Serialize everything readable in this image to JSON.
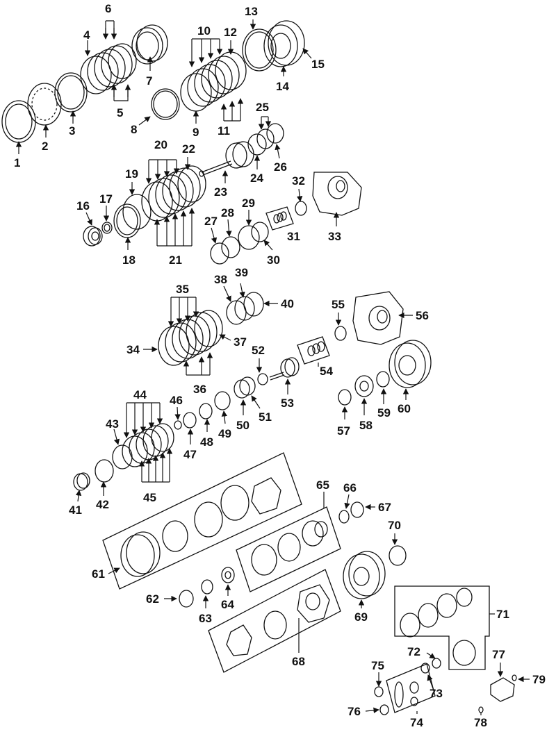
{
  "callouts": [
    {
      "id": "c1",
      "text": "1"
    },
    {
      "id": "c2",
      "text": "2"
    },
    {
      "id": "c3",
      "text": "3"
    },
    {
      "id": "c4",
      "text": "4"
    },
    {
      "id": "c5",
      "text": "5"
    },
    {
      "id": "c6",
      "text": "6"
    },
    {
      "id": "c7",
      "text": "7"
    },
    {
      "id": "c8",
      "text": "8"
    },
    {
      "id": "c9",
      "text": "9"
    },
    {
      "id": "c10",
      "text": "10"
    },
    {
      "id": "c11",
      "text": "11"
    },
    {
      "id": "c12",
      "text": "12"
    },
    {
      "id": "c13",
      "text": "13"
    },
    {
      "id": "c14",
      "text": "14"
    },
    {
      "id": "c15",
      "text": "15"
    },
    {
      "id": "c16",
      "text": "16"
    },
    {
      "id": "c17",
      "text": "17"
    },
    {
      "id": "c18",
      "text": "18"
    },
    {
      "id": "c19",
      "text": "19"
    },
    {
      "id": "c20",
      "text": "20"
    },
    {
      "id": "c21",
      "text": "21"
    },
    {
      "id": "c22",
      "text": "22"
    },
    {
      "id": "c23",
      "text": "23"
    },
    {
      "id": "c24",
      "text": "24"
    },
    {
      "id": "c25",
      "text": "25"
    },
    {
      "id": "c26",
      "text": "26"
    },
    {
      "id": "c27",
      "text": "27"
    },
    {
      "id": "c28",
      "text": "28"
    },
    {
      "id": "c29",
      "text": "29"
    },
    {
      "id": "c30",
      "text": "30"
    },
    {
      "id": "c31",
      "text": "31"
    },
    {
      "id": "c32",
      "text": "32"
    },
    {
      "id": "c33",
      "text": "33"
    },
    {
      "id": "c34",
      "text": "34"
    },
    {
      "id": "c35",
      "text": "35"
    },
    {
      "id": "c36",
      "text": "36"
    },
    {
      "id": "c37",
      "text": "37"
    },
    {
      "id": "c38",
      "text": "38"
    },
    {
      "id": "c39",
      "text": "39"
    },
    {
      "id": "c40",
      "text": "40"
    },
    {
      "id": "c41",
      "text": "41"
    },
    {
      "id": "c42",
      "text": "42"
    },
    {
      "id": "c43",
      "text": "43"
    },
    {
      "id": "c44",
      "text": "44"
    },
    {
      "id": "c45",
      "text": "45"
    },
    {
      "id": "c46",
      "text": "46"
    },
    {
      "id": "c47",
      "text": "47"
    },
    {
      "id": "c48",
      "text": "48"
    },
    {
      "id": "c49",
      "text": "49"
    },
    {
      "id": "c50",
      "text": "50"
    },
    {
      "id": "c51",
      "text": "51"
    },
    {
      "id": "c52",
      "text": "52"
    },
    {
      "id": "c53",
      "text": "53"
    },
    {
      "id": "c54",
      "text": "54"
    },
    {
      "id": "c55",
      "text": "55"
    },
    {
      "id": "c56",
      "text": "56"
    },
    {
      "id": "c57",
      "text": "57"
    },
    {
      "id": "c58",
      "text": "58"
    },
    {
      "id": "c59",
      "text": "59"
    },
    {
      "id": "c60",
      "text": "60"
    },
    {
      "id": "c61",
      "text": "61"
    },
    {
      "id": "c62",
      "text": "62"
    },
    {
      "id": "c63",
      "text": "63"
    },
    {
      "id": "c64",
      "text": "64"
    },
    {
      "id": "c65",
      "text": "65"
    },
    {
      "id": "c66",
      "text": "66"
    },
    {
      "id": "c67",
      "text": "67"
    },
    {
      "id": "c68",
      "text": "68"
    },
    {
      "id": "c69",
      "text": "69"
    },
    {
      "id": "c70",
      "text": "70"
    },
    {
      "id": "c71",
      "text": "71"
    },
    {
      "id": "c72",
      "text": "72"
    },
    {
      "id": "c73",
      "text": "73"
    },
    {
      "id": "c74",
      "text": "74"
    },
    {
      "id": "c75",
      "text": "75"
    },
    {
      "id": "c76",
      "text": "76"
    },
    {
      "id": "c77",
      "text": "77"
    },
    {
      "id": "c78",
      "text": "78"
    },
    {
      "id": "c79",
      "text": "79"
    }
  ]
}
